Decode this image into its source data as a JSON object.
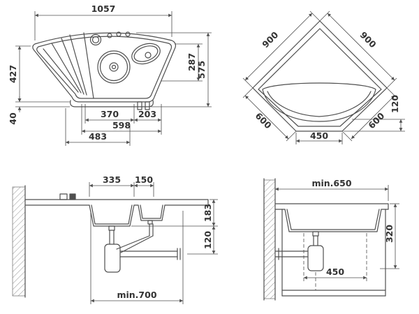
{
  "drawing": {
    "background": "#ffffff",
    "line_color": "#4f4f4f",
    "text_color": "#333333",
    "views": {
      "top": {
        "overall_width": "1057",
        "left_depth": "427",
        "front_rail": "40",
        "main_bowl_span": "370",
        "small_bowl_span": "203",
        "bowls_total_span": "598",
        "lower_span": "483",
        "right_inner_depth": "287",
        "overall_depth": "575"
      },
      "corner": {
        "back_edge_left": "900",
        "back_edge_right": "900",
        "side_edge_left": "600",
        "side_edge_right": "600",
        "front_edge_width": "450",
        "front_edge_depth": "120"
      },
      "front_section": {
        "main_bowl_width": "335",
        "small_bowl_width": "150",
        "bowl_depth": "183",
        "drain_clearance": "120",
        "min_cabinet_width": "min.700"
      },
      "side_section": {
        "min_worktop_depth": "min.650",
        "install_height": "320",
        "base_depth": "450"
      }
    }
  }
}
